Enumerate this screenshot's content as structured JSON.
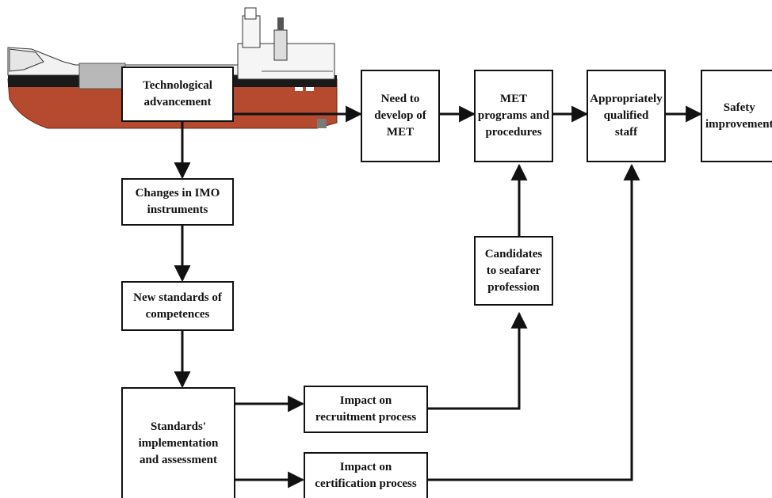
{
  "diagram": {
    "boxes": {
      "tech": "Technological\nadvancement",
      "need": "Need to\ndevelop of\nMET",
      "met": "MET\nprograms and\nprocedures",
      "qualified": "Appropriately\nqualified\nstaff",
      "safety": "Safety\nimprovement",
      "imo": "Changes in IMO\ninstruments",
      "standards": "New standards of\ncompetences",
      "implementation": "Standards'\nimplementation\nand assessment",
      "recruitment": "Impact on\nrecruitment process",
      "certification": "Impact on\ncertification process",
      "candidates": "Candidates\nto seafarer\nprofession"
    },
    "illustration": "ship-illustration"
  }
}
